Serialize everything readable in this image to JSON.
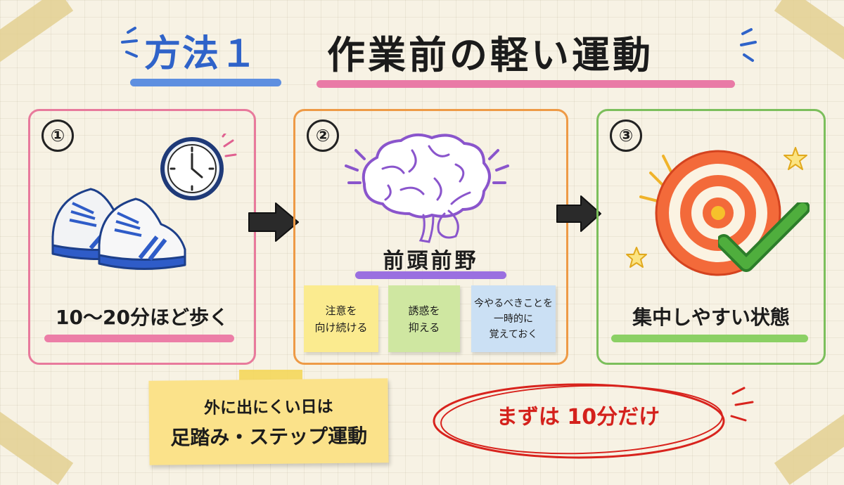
{
  "title": {
    "method": "方法１",
    "topic": "作業前の軽い運動"
  },
  "steps": [
    {
      "number": "①",
      "caption": "10～20分ほど歩く"
    },
    {
      "number": "②",
      "caption": "前頭前野",
      "notes": [
        {
          "lines": [
            "注意を",
            "向け続ける"
          ]
        },
        {
          "lines": [
            "誘惑を",
            "抑える"
          ]
        },
        {
          "lines": [
            "今やるべきことを",
            "一時的に",
            "覚えておく"
          ]
        }
      ]
    },
    {
      "number": "③",
      "caption": "集中しやすい状態"
    }
  ],
  "tip": {
    "line1": "外に出にくい日は",
    "line2": "足踏み・ステップ運動"
  },
  "slogan": "まずは 10分だけ",
  "icons": [
    "sneakers-icon",
    "clock-icon",
    "brain-icon",
    "target-icon",
    "checkmark-icon",
    "star-icon",
    "arrow-right-icon"
  ],
  "colors": {
    "blue": "#2f63c9",
    "pink": "#e87a9c",
    "orange": "#ee9a46",
    "green": "#7cbf5c",
    "purple": "#8a55cc",
    "red": "#d4211c"
  }
}
